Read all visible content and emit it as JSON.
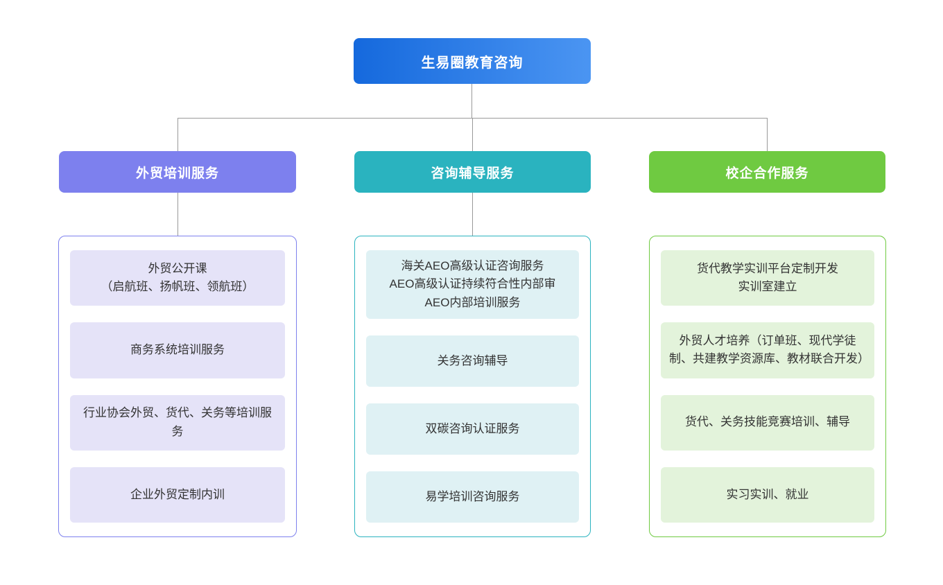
{
  "root": {
    "label": "生易圈教育咨询"
  },
  "branches": [
    {
      "label": "外贸培训服务",
      "items": [
        "外贸公开课\n（启航班、扬帆班、领航班）",
        "商务系统培训服务",
        "行业协会外贸、货代、关务等培训服务",
        "企业外贸定制内训"
      ]
    },
    {
      "label": "咨询辅导服务",
      "items": [
        "海关AEO高级认证咨询服务\nAEO高级认证持续符合性内部审\nAEO内部培训服务",
        "关务咨询辅导",
        "双碳咨询认证服务",
        "易学培训咨询服务"
      ]
    },
    {
      "label": "校企合作服务",
      "items": [
        "货代教学实训平台定制开发\n实训室建立",
        "外贸人才培养（订单班、现代学徒制、共建教学资源库、教材联合开发）",
        "货代、关务技能竞赛培训、辅导",
        "实习实训、就业"
      ]
    }
  ],
  "colors": {
    "root_gradient_start": "#1569dd",
    "root_gradient_end": "#4b95f2",
    "branch1": "#7d80ee",
    "branch1_item": "#e5e3f8",
    "branch2": "#2ab3bf",
    "branch2_item": "#dff1f4",
    "branch3": "#6fca41",
    "branch3_item": "#e3f3db",
    "connector": "#999999",
    "text": "#333333"
  }
}
